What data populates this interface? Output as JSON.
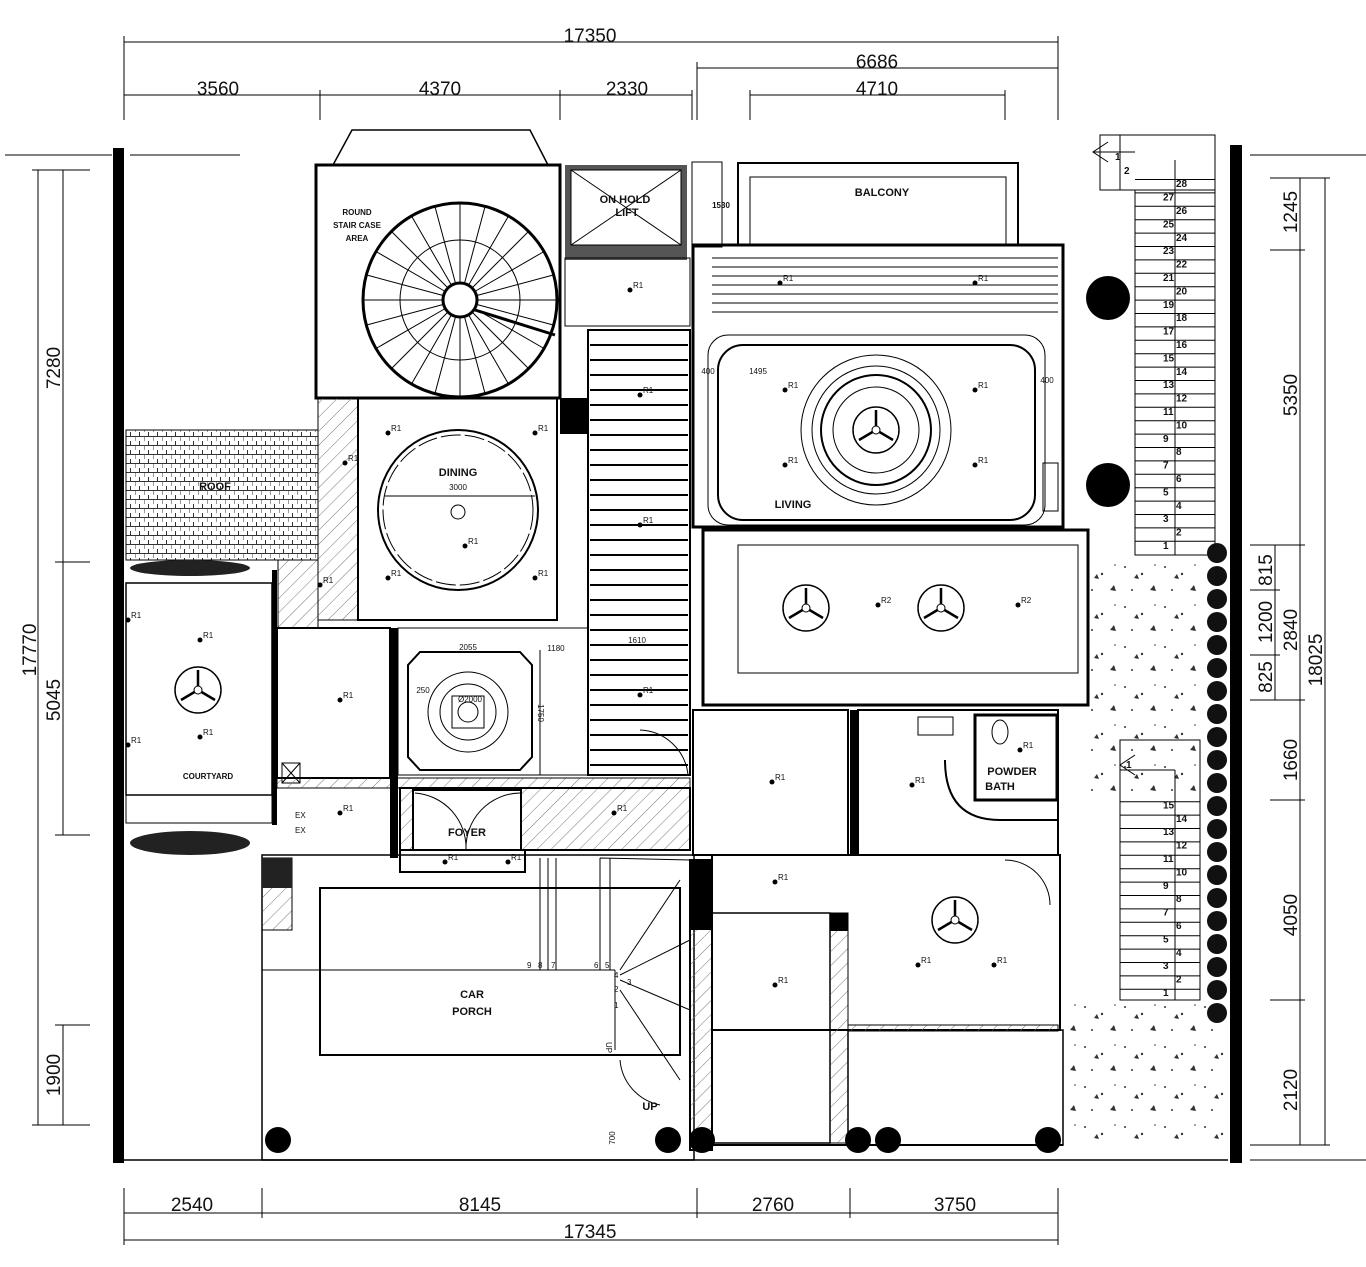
{
  "dimensions": {
    "top_overall": "17350",
    "top_segments": [
      "3560",
      "4370",
      "2330"
    ],
    "top_right_overall": "6686",
    "top_right_inner": "4710",
    "bottom_overall": "17345",
    "bottom_segments": [
      "2540",
      "8145",
      "2760",
      "3750"
    ],
    "left_overall": "17770",
    "left_segments": [
      "7280",
      "5045",
      "1900"
    ],
    "right_overall": "18025",
    "right_segments": [
      "1245",
      "5350",
      "815",
      "1200",
      "825",
      "2840",
      "1660",
      "4050",
      "2120"
    ]
  },
  "rooms": {
    "round_staircase": [
      "ROUND",
      "STAIR CASE",
      "AREA"
    ],
    "lift": [
      "ON HOLD",
      "LIFT"
    ],
    "balcony": "BALCONY",
    "dining": "DINING",
    "living": "LIVING",
    "roof": "ROOF",
    "courtyard": "COURTYARD",
    "foyer": "FOYER",
    "car_porch": [
      "CAR",
      "PORCH"
    ],
    "powder_bath": [
      "POWDER",
      "BATH"
    ]
  },
  "annotations": {
    "lift_width": "1530",
    "dining_diameter": "3000",
    "living_offset": "1495",
    "living_margin_left": "400",
    "living_margin_right": "400",
    "ceiling_width": "2055",
    "ceiling_gap": "1180",
    "ceiling_side": "250",
    "stair_width": "1610",
    "ceiling_diameter": "Ø2000",
    "ceiling_height": "1750",
    "step_700": "700",
    "up_label": "UP",
    "up_label_2": "UP",
    "light_r1": "R1",
    "light_r2": "R2",
    "exhaust": "EX",
    "porch_steps": [
      "9",
      "8",
      "7",
      "6",
      "5",
      "4",
      "3",
      "2",
      "1"
    ]
  },
  "stairs": {
    "upper_landing": [
      "1",
      "2"
    ],
    "upper_steps": [
      "1",
      "2",
      "3",
      "4",
      "5",
      "6",
      "7",
      "8",
      "9",
      "10",
      "11",
      "12",
      "13",
      "14",
      "15",
      "16",
      "17",
      "18",
      "19",
      "20",
      "21",
      "22",
      "23",
      "24",
      "25",
      "26",
      "27",
      "28"
    ],
    "lower_landing": [
      "1"
    ],
    "lower_steps": [
      "1",
      "2",
      "3",
      "4",
      "5",
      "6",
      "7",
      "8",
      "9",
      "10",
      "11",
      "12",
      "13",
      "14",
      "15"
    ]
  },
  "colors": {
    "line": "#000000",
    "hatch": "#555555",
    "background": "#ffffff"
  }
}
